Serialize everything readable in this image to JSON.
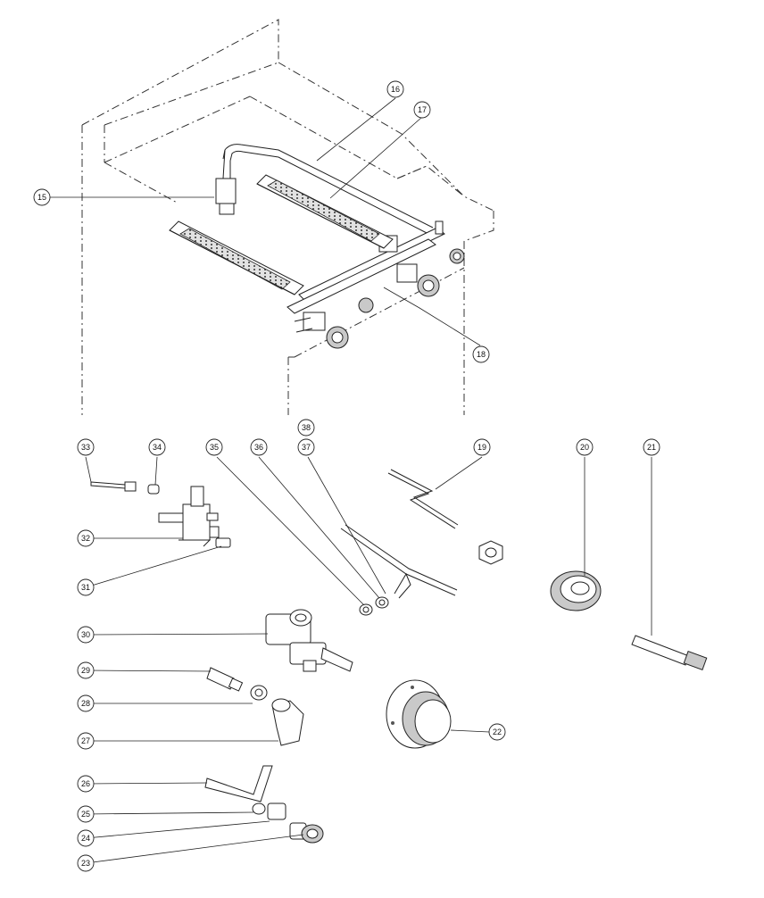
{
  "callouts": {
    "c15": "15",
    "c16": "16",
    "c17": "17",
    "c18": "18",
    "c19": "19",
    "c20": "20",
    "c21": "21",
    "c22": "22",
    "c23": "23",
    "c24": "24",
    "c25": "25",
    "c26": "26",
    "c27": "27",
    "c28": "28",
    "c29": "29",
    "c30": "30",
    "c31": "31",
    "c32": "32",
    "c33": "33",
    "c34": "34",
    "c35": "35",
    "c36": "36",
    "c37": "37",
    "c38": "38"
  }
}
